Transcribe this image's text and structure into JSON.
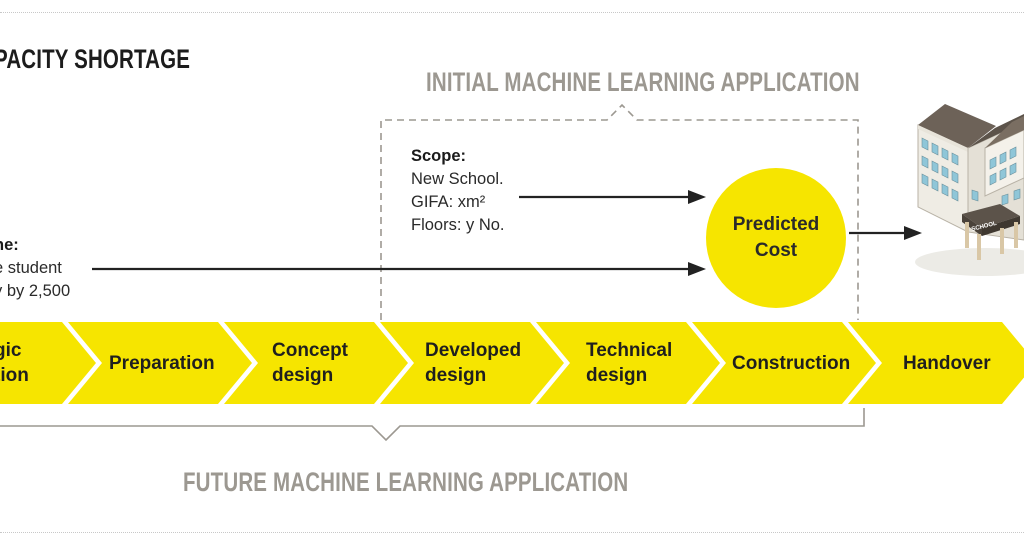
{
  "title": "PACITY SHORTAGE",
  "initial_application_label": "INITIAL MACHINE LEARNING APPLICATION",
  "future_application_label": "FUTURE MACHINE LEARNING APPLICATION",
  "scope": {
    "label": "Scope:",
    "lines": [
      "New School.",
      "GIFA: xm²",
      "Floors: y No."
    ]
  },
  "scheme": {
    "label": "ne:",
    "lines": [
      "e student",
      "y by 2,500"
    ]
  },
  "predicted_cost": "Predicted\nCost",
  "school_sign": "SCHOOL",
  "stages": [
    {
      "label": "gic\ntion"
    },
    {
      "label": "Preparation"
    },
    {
      "label": "Concept\ndesign"
    },
    {
      "label": "Developed\ndesign"
    },
    {
      "label": "Technical\ndesign"
    },
    {
      "label": "Construction"
    },
    {
      "label": "Handover"
    }
  ],
  "colors": {
    "accent_yellow": "#f6e500",
    "bracket_grey": "#9c9891",
    "arrow": "#222222"
  },
  "icons": {
    "school_building": "school-building-icon"
  }
}
